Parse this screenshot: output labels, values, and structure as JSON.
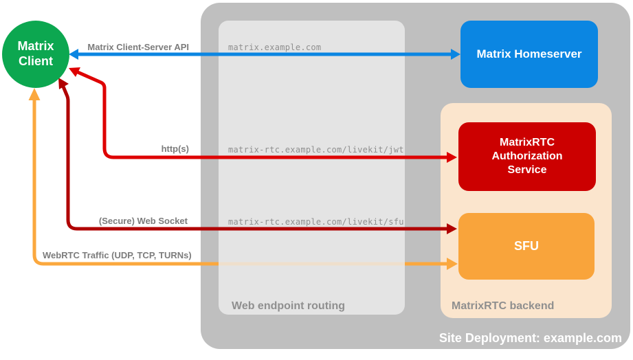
{
  "client": {
    "line1": "Matrix",
    "line2": "Client",
    "color": "#0CA750"
  },
  "deployment": {
    "label": "Site Deployment: example.com",
    "color": "#BFBFBF"
  },
  "routing": {
    "label": "Web endpoint routing",
    "endpoints": {
      "homeserver": "matrix.example.com",
      "jwt": "matrix-rtc.example.com/livekit/jwt",
      "sfu": "matrix-rtc.example.com/livekit/sfu"
    }
  },
  "backend": {
    "label": "MatrixRTC backend",
    "color": "#FBE5CD"
  },
  "nodes": {
    "homeserver": {
      "label": "Matrix Homeserver",
      "color": "#0B86E2"
    },
    "auth": {
      "label": "MatrixRTC Authorization Service",
      "color": "#CC0000"
    },
    "sfu": {
      "label": "SFU",
      "color": "#F9A43B"
    }
  },
  "arrows": {
    "cs_api": {
      "label": "Matrix Client-Server API",
      "color": "#0B86E2"
    },
    "http": {
      "label": "http(s)",
      "color": "#DE0000"
    },
    "ws": {
      "label": "(Secure) Web Socket",
      "color": "#B00000"
    },
    "webrtc": {
      "label": "WebRTC Traffic (UDP, TCP, TURNs)",
      "color": "#FBA83E"
    }
  }
}
